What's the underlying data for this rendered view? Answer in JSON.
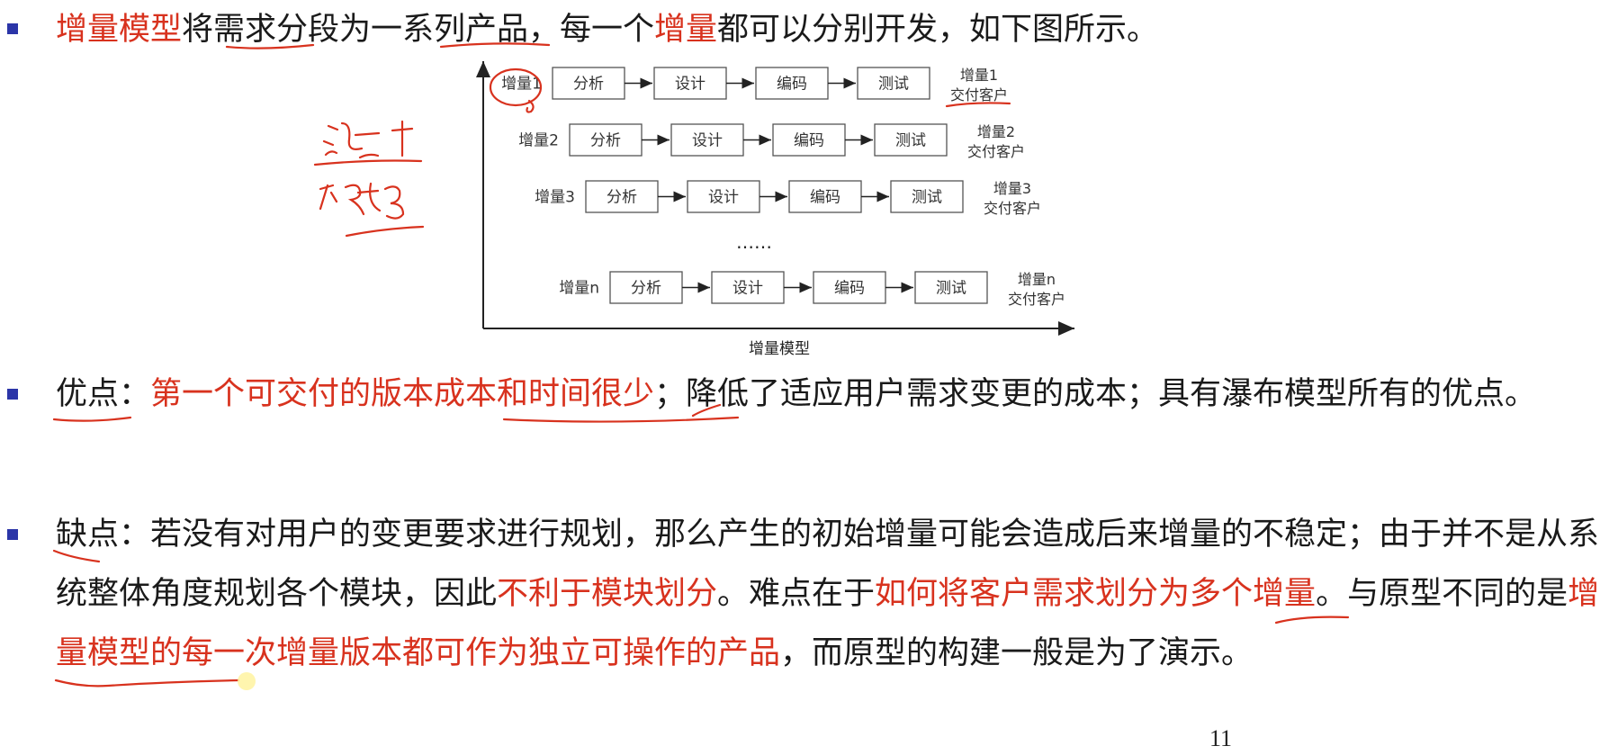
{
  "intro": {
    "segments": [
      {
        "text": "增量模型",
        "color": "red"
      },
      {
        "text": "将需求分段为一系列产品，每一个",
        "color": "black"
      },
      {
        "text": "增量",
        "color": "red"
      },
      {
        "text": "都可以分别开发，如下图所示。",
        "color": "black"
      }
    ]
  },
  "diagram": {
    "rows": [
      {
        "label": "增量1",
        "steps": [
          "分析",
          "设计",
          "编码",
          "测试"
        ],
        "deliver": [
          "增量1",
          "交付客户"
        ]
      },
      {
        "label": "增量2",
        "steps": [
          "分析",
          "设计",
          "编码",
          "测试"
        ],
        "deliver": [
          "增量2",
          "交付客户"
        ]
      },
      {
        "label": "增量3",
        "steps": [
          "分析",
          "设计",
          "编码",
          "测试"
        ],
        "deliver": [
          "增量3",
          "交付客户"
        ]
      },
      {
        "label": "增量n",
        "steps": [
          "分析",
          "设计",
          "编码",
          "测试"
        ],
        "deliver": [
          "增量n",
          "交付客户"
        ]
      }
    ],
    "ellipsis": "……",
    "axis_label": "增量模型"
  },
  "advantages": {
    "segments": [
      {
        "text": "优点：",
        "color": "black"
      },
      {
        "text": "第一个可交付的版本成本和时间很少",
        "color": "red"
      },
      {
        "text": "；降低了适应用户需求变更的成本；具有瀑布模型所有的优点。",
        "color": "black"
      }
    ]
  },
  "disadvantages": {
    "segments": [
      {
        "text": "缺点：若没有对用户的变更要求进行规划，那么产生的初始增量可能会造成后来增量的不稳定；由于并不是从系统整体角度规划各个模块，因此",
        "color": "black"
      },
      {
        "text": "不利于模块划分",
        "color": "red"
      },
      {
        "text": "。难点在于",
        "color": "black"
      },
      {
        "text": "如何将客户需求划分为多个增量",
        "color": "red"
      },
      {
        "text": "。与原型不同的是",
        "color": "black"
      },
      {
        "text": "增量模型的每一次增量版本都可作为独立可操作的产品",
        "color": "red"
      },
      {
        "text": "，而原型的构建一般是为了演示。",
        "color": "black"
      }
    ]
  },
  "page_number": "11",
  "colors": {
    "accent_red": "#d8321e",
    "bullet_blue": "#2b35a8",
    "text": "#1a1a1a"
  }
}
